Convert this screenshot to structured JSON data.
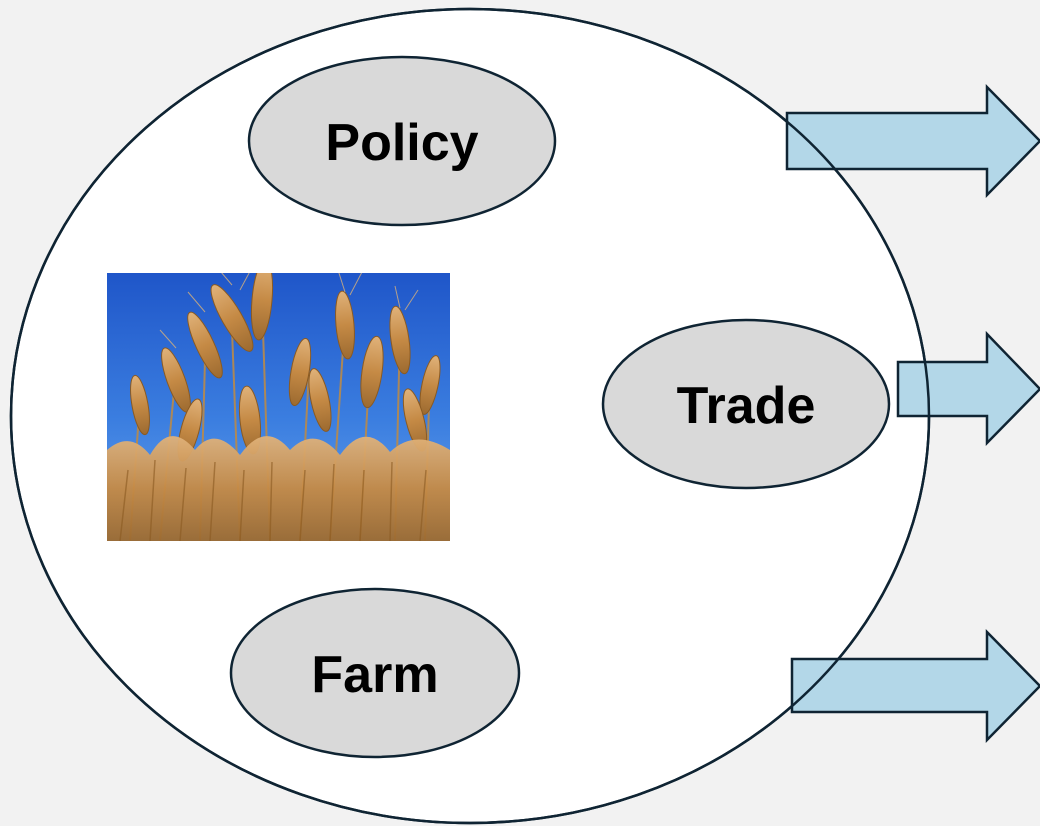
{
  "nodes": {
    "policy": {
      "label": "Policy"
    },
    "trade": {
      "label": "Trade"
    },
    "farm": {
      "label": "Farm"
    }
  },
  "colors": {
    "background": "#f2f2f2",
    "outer_circle_fill": "#ffffff",
    "outline": "#0f2433",
    "node_fill": "#d9d9d9",
    "arrow_fill": "#b3d7e8",
    "sky": "#2f6bd6",
    "wheat": "#c8914a"
  },
  "image": {
    "subject": "wheat-field-photo"
  },
  "arrows": [
    "right-arrow-icon",
    "right-arrow-icon",
    "right-arrow-icon"
  ]
}
